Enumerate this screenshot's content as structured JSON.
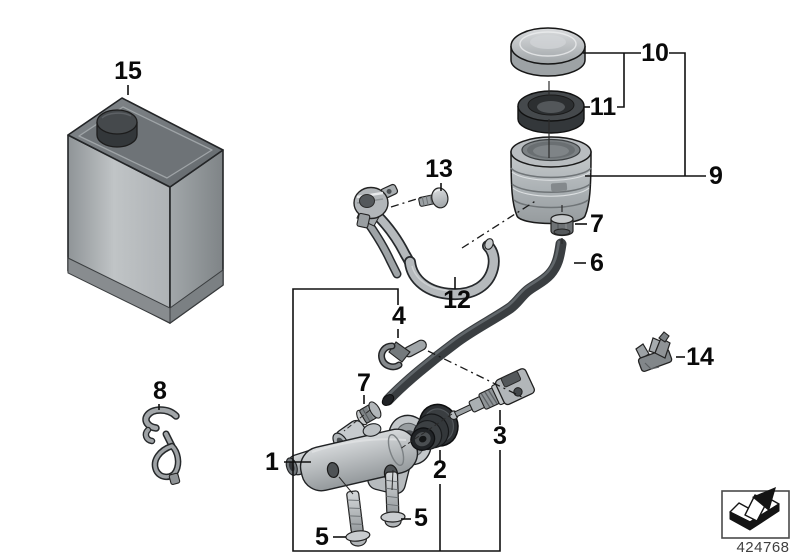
{
  "callouts": {
    "c1": "1",
    "c2": "2",
    "c3": "3",
    "c4": "4",
    "c5a": "5",
    "c5b": "5",
    "c6": "6",
    "c7a": "7",
    "c7b": "7",
    "c8": "8",
    "c9": "9",
    "c10": "10",
    "c11": "11",
    "c12": "12",
    "c13": "13",
    "c14": "14",
    "c15": "15"
  },
  "footer": {
    "diagram_number": "424768"
  },
  "colors": {
    "background": "#ffffff",
    "line": "#111111",
    "label": "#0a0a0a",
    "metal_light": "#c9cdd0",
    "metal_mid": "#9aa0a4",
    "rubber_dark": "#34383b",
    "hose": "#3a3e41"
  }
}
